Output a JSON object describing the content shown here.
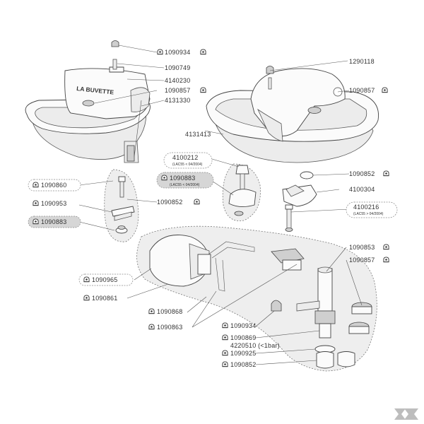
{
  "brand": {
    "logo_text": "K"
  },
  "bowl_left": {
    "label_text": "LA BUVETTE"
  },
  "callouts": {
    "c1090934_top": "1090934",
    "c1090749": "1090749",
    "c4140230": "4140230",
    "c1090857_left": "1090857",
    "c4131330": "4131330",
    "c1290118": "1290118",
    "c1090857_right": "1090857",
    "c4131413": "4131413",
    "c4100212": "4100212",
    "c4100212_note": "(LAC55 < 04/2004)",
    "c1090883_mid": "1090883",
    "c1090883_mid_note": "(LAC55 < 04/2004)",
    "c1090852_rt": "1090852",
    "c4100304": "4100304",
    "c4100216": "4100216",
    "c4100216_note": "(LAC55 > 04/2004)",
    "c1090860": "1090860",
    "c1090852_mid": "1090852",
    "c1090953": "1090953",
    "c1090883_left": "1090883",
    "c1090853": "1090853",
    "c1090857_low": "1090857",
    "c1090965": "1090965",
    "c1090861": "1090861",
    "c1090868": "1090868",
    "c1090863": "1090863",
    "c1090934_low": "1090934",
    "c1090869": "1090869",
    "c4220510": "4220510 (<1bar)",
    "c1090925": "1090925",
    "c1090852_low": "1090852"
  },
  "colors": {
    "line": "#444444",
    "zone": "#eeeeee",
    "pill_grey": "#d6d6d6"
  },
  "icons": {
    "part_marker": "tag-icon"
  }
}
